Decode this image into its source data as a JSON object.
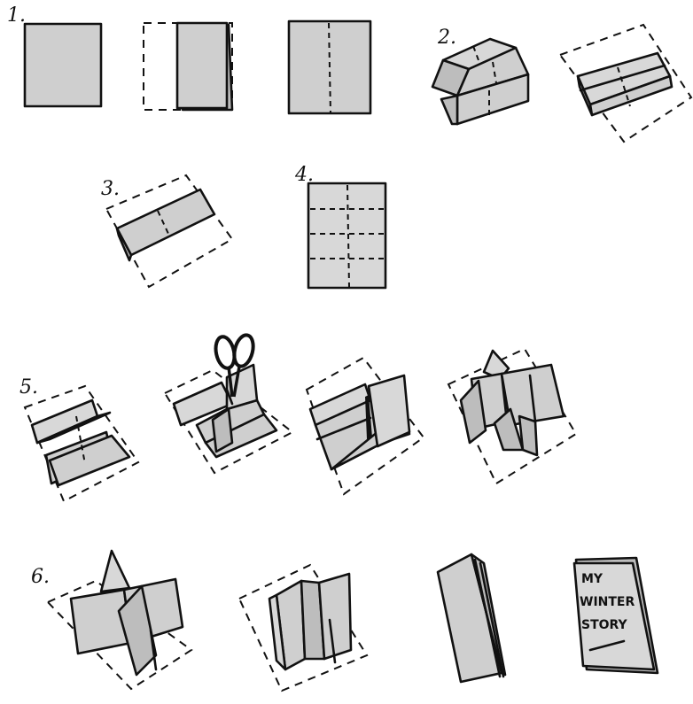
{
  "steps": {
    "s1": "1.",
    "s2": "2.",
    "s3": "3.",
    "s4": "4.",
    "s5": "5.",
    "s6": "6."
  },
  "cover": {
    "line1": "MY",
    "line2": "WINTER",
    "line3": "STORY"
  },
  "colors": {
    "paper": "#cfcfcf",
    "ink": "#111111",
    "background": "#ffffff"
  }
}
